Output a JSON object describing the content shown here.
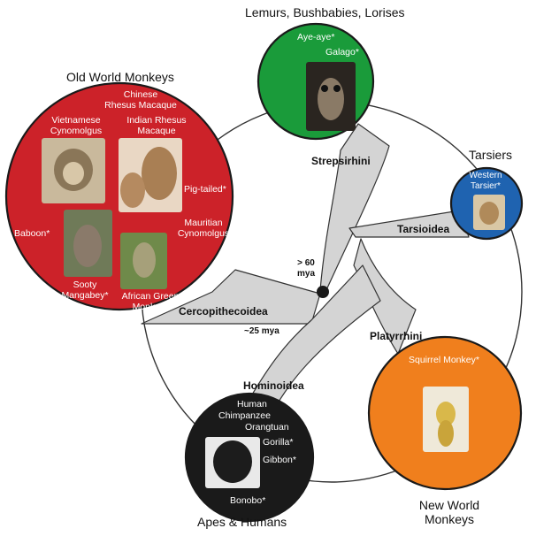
{
  "groups": {
    "old_world": {
      "title": "Old World Monkeys",
      "clade": "Cercopithecoidea",
      "species": {
        "chinese_rhesus": "Chinese\nRhesus Macaque",
        "vietnamese_cyno": "Vietnamese\nCynomolgus",
        "indian_rhesus": "Indian Rhesus\nMacaque",
        "pig_tailed": "Pig-tailed*",
        "baboon": "Baboon*",
        "mauritian_cyno": "Mauritian\nCynomolgus",
        "sooty_mangabey": "Sooty\nMangabey*",
        "african_green": "African Green\nMonkey*"
      }
    },
    "lemurs": {
      "title": "Lemurs, Bushbabies, Lorises",
      "clade": "Strepsirhini",
      "species": {
        "aye_aye": "Aye-aye*",
        "galago": "Galago*"
      }
    },
    "tarsiers": {
      "title": "Tarsiers",
      "clade": "Tarsioidea",
      "species": {
        "western_tarsier": "Western\nTarsier*"
      }
    },
    "new_world": {
      "title": "New World\nMonkeys",
      "clade": "Platyrrhini",
      "species": {
        "squirrel_monkey": "Squirrel Monkey*"
      }
    },
    "apes": {
      "title": "Apes & Humans",
      "clade": "Hominoidea",
      "species": {
        "human": "Human",
        "chimpanzee": "Chimpanzee",
        "orangutan": "Orangtuan",
        "gorilla": "Gorilla*",
        "gibbon": "Gibbon*",
        "bonobo": "Bonobo*"
      }
    }
  },
  "timepoints": {
    "root": "> 60\nmya",
    "split": "~25 mya"
  },
  "colors": {
    "old_world": "#cc2229",
    "lemurs": "#1a9b3a",
    "tarsiers": "#1f63b0",
    "new_world": "#f07f1d",
    "apes": "#1a1a1a",
    "branch": "#d4d4d4"
  }
}
